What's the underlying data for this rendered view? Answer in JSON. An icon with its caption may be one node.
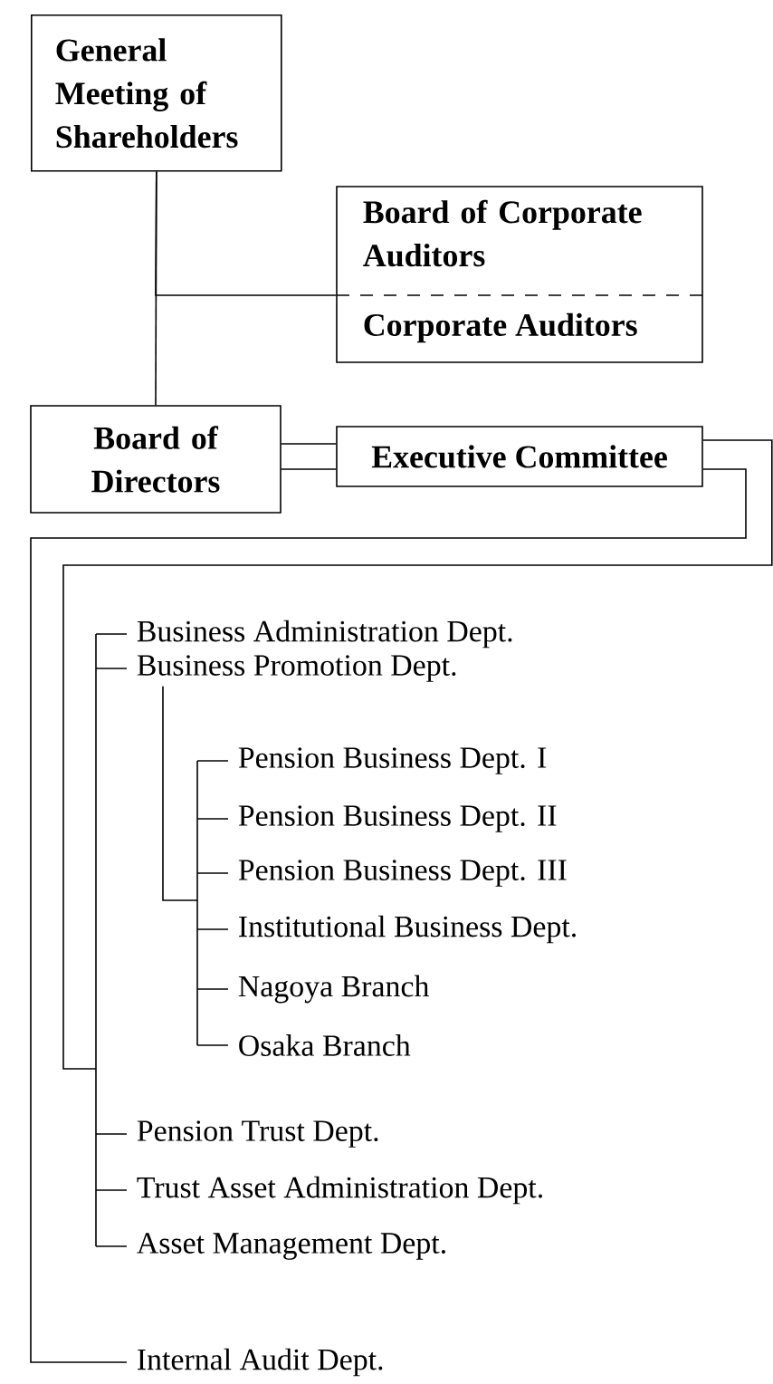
{
  "diagram": {
    "nodes": [
      {
        "text": [
          "General Meeting of Shareholders"
        ]
      },
      {
        "text": [
          "Board of Corporate Auditors",
          "Corporate Auditors"
        ]
      },
      {
        "text": [
          "Board of Directors"
        ]
      },
      {
        "text": [
          "Executive Committee"
        ]
      },
      {
        "text": [
          "Business Administration Dept."
        ]
      },
      {
        "text": [
          "Business Promotion Dept."
        ]
      },
      {
        "text": [
          "Pension Business Dept. I"
        ]
      },
      {
        "text": [
          "Pension Business Dept. II"
        ]
      },
      {
        "text": [
          "Pension Business Dept. III"
        ]
      },
      {
        "text": [
          "Institutional Business Dept."
        ]
      },
      {
        "text": [
          "Nagoya Branch"
        ]
      },
      {
        "text": [
          "Osaka Branch"
        ]
      },
      {
        "text": [
          "Pension Trust Dept."
        ]
      },
      {
        "text": [
          "Trust Asset Administration Dept."
        ]
      },
      {
        "text": [
          "Asset Management Dept."
        ]
      },
      {
        "text": [
          "Internal Audit Dept."
        ]
      }
    ],
    "edges": [
      {
        "from": 0,
        "to": 2,
        "arrow": "none"
      },
      {
        "from": 0,
        "to": 1,
        "arrow": "none"
      },
      {
        "from": 2,
        "to": 3,
        "arrow": "none"
      },
      {
        "from": 3,
        "to": 4,
        "arrow": "none"
      },
      {
        "from": 3,
        "to": 5,
        "arrow": "none"
      },
      {
        "from": 3,
        "to": 12,
        "arrow": "none"
      },
      {
        "from": 3,
        "to": 13,
        "arrow": "none"
      },
      {
        "from": 3,
        "to": 14,
        "arrow": "none"
      },
      {
        "from": 3,
        "to": 15,
        "arrow": "none"
      },
      {
        "from": 5,
        "to": 6,
        "arrow": "none"
      },
      {
        "from": 5,
        "to": 7,
        "arrow": "none"
      },
      {
        "from": 5,
        "to": 8,
        "arrow": "none"
      },
      {
        "from": 5,
        "to": 9,
        "arrow": "none"
      },
      {
        "from": 5,
        "to": 10,
        "arrow": "none"
      },
      {
        "from": 5,
        "to": 11,
        "arrow": "none"
      }
    ]
  }
}
